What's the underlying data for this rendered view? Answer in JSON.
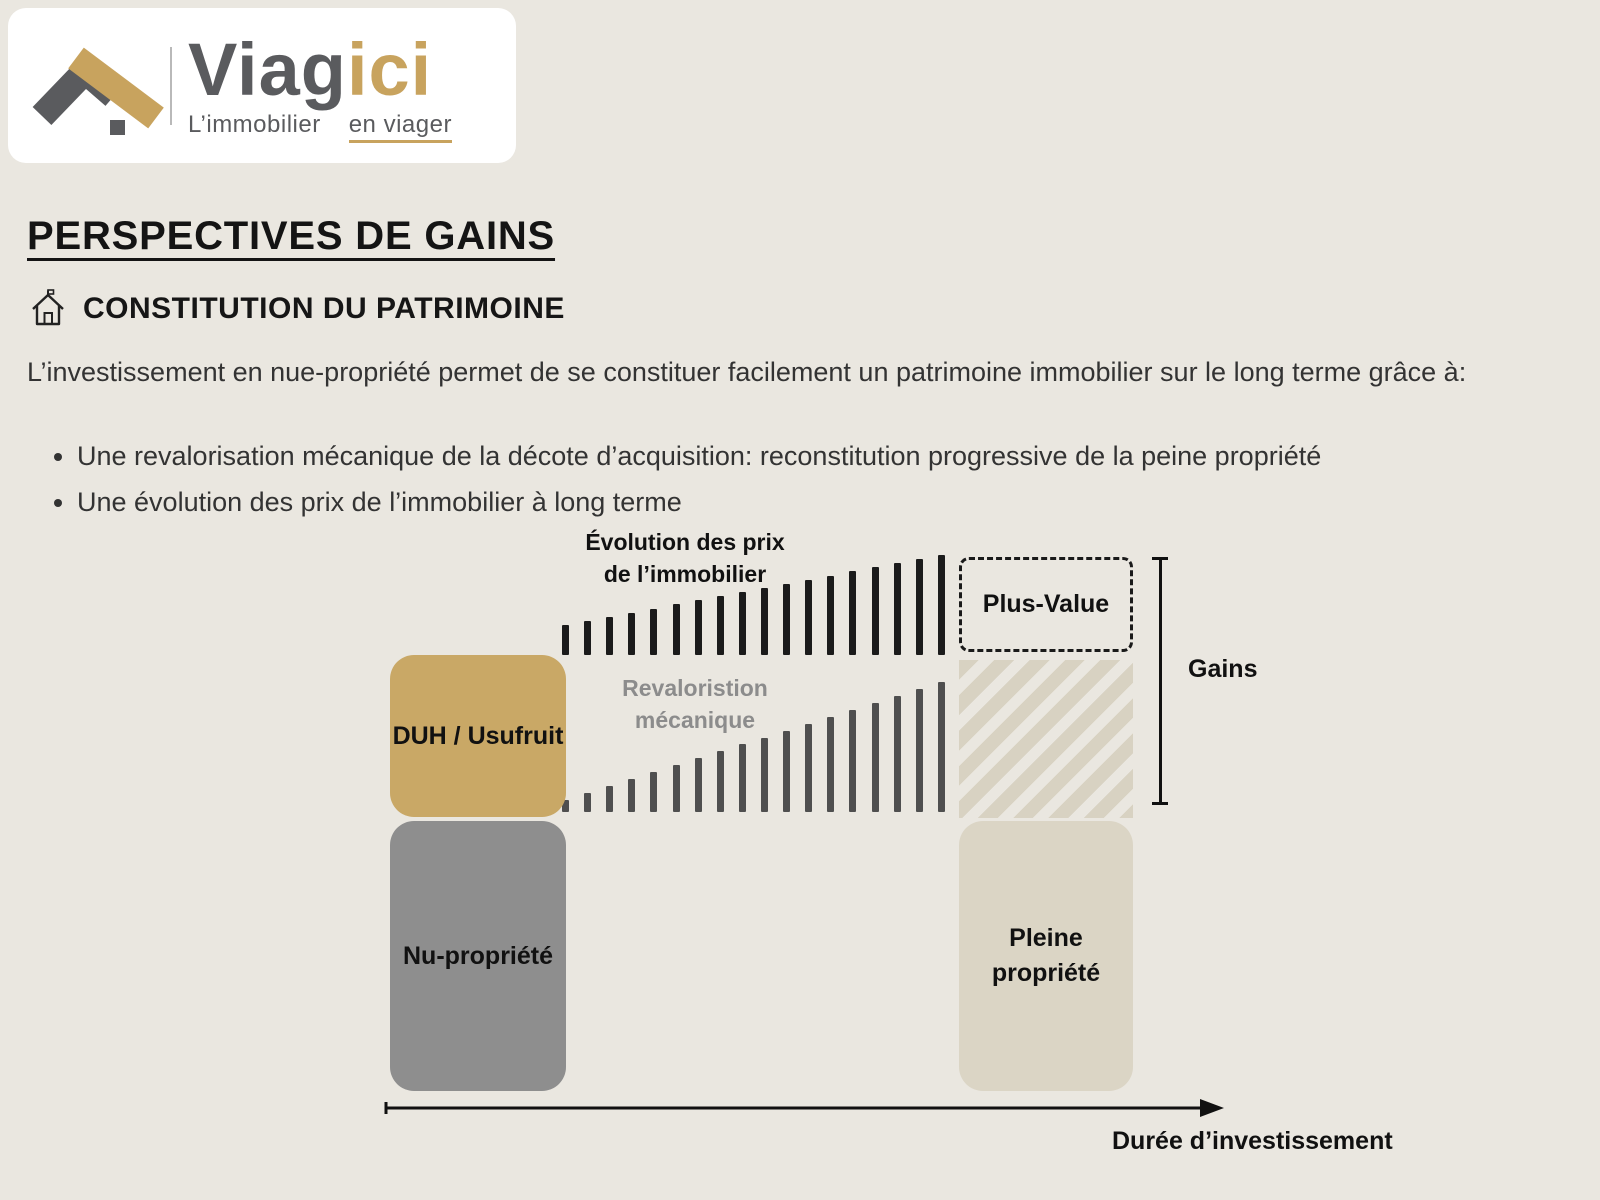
{
  "page": {
    "background": "#eae7e0"
  },
  "logo": {
    "brand_prefix": "Viag",
    "brand_suffix": "ici",
    "tagline_left": "L’immobilier",
    "tagline_right": "en viager",
    "colors": {
      "dark_gray": "#5a5b5e",
      "gold": "#c8a35e"
    }
  },
  "title": "PERSPECTIVES DE GAINS",
  "section": {
    "heading": "CONSTITUTION DU PATRIMOINE",
    "intro": "L’investissement en nue-propriété permet de se constituer facilement un patrimoine immobilier sur le long terme grâce à:",
    "bullets": [
      "Une revalorisation mécanique de la décote d’acquisition: reconstitution progressive de la peine propriété",
      "Une évolution des prix de l’immobilier à long terme"
    ]
  },
  "diagram": {
    "labels": {
      "price_evolution": "Évolution des prix\nde l’immobilier",
      "mechanical": "Revaloristion\nmécanique",
      "plus_value": "Plus-Value",
      "gains": "Gains",
      "duh": "DUH / Usufruit",
      "bare": "Nu-propriété",
      "full": "Pleine\npropriété",
      "duration": "Durée d’investissement"
    },
    "bars": {
      "price_evolution": {
        "count": 18,
        "min_height": 30,
        "max_height": 100,
        "color": "#1b1b1b"
      },
      "mechanical": {
        "count": 18,
        "min_height": 12,
        "max_height": 130,
        "color": "#4f4f4f"
      }
    },
    "colors": {
      "duh_box": "#c9a866",
      "bare_box": "#8e8e8e",
      "full_box": "#dbd5c5",
      "hatch_stripe": "#d8d2c2",
      "background": "#eae7e0"
    }
  }
}
